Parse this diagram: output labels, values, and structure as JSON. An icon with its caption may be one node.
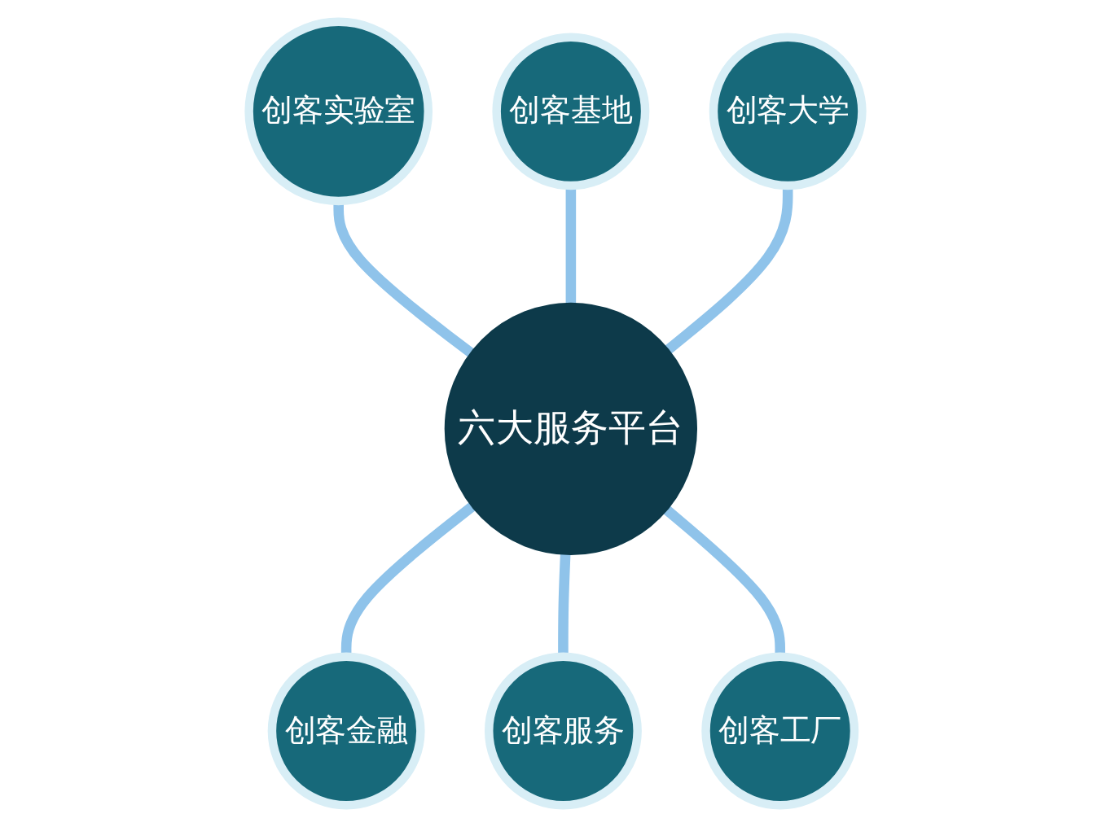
{
  "diagram": {
    "nodes": [
      {
        "text": [
          "六大服务平台"
        ]
      },
      {
        "text": [
          "创客实验室"
        ]
      },
      {
        "text": [
          "创客基地"
        ]
      },
      {
        "text": [
          "创客金融"
        ]
      },
      {
        "text": [
          "创客服务"
        ]
      },
      {
        "text": [
          "创客工厂"
        ]
      },
      {
        "text": [
          "创客大学"
        ]
      }
    ],
    "edges": [
      {
        "from": 1,
        "to": 0,
        "arrow": "none"
      },
      {
        "from": 2,
        "to": 0,
        "arrow": "none"
      },
      {
        "from": 0,
        "to": 3,
        "arrow": "none"
      },
      {
        "from": 0,
        "to": 4,
        "arrow": "none"
      },
      {
        "from": 0,
        "to": 5,
        "arrow": "none"
      },
      {
        "from": 6,
        "to": 0,
        "arrow": "none"
      }
    ]
  }
}
